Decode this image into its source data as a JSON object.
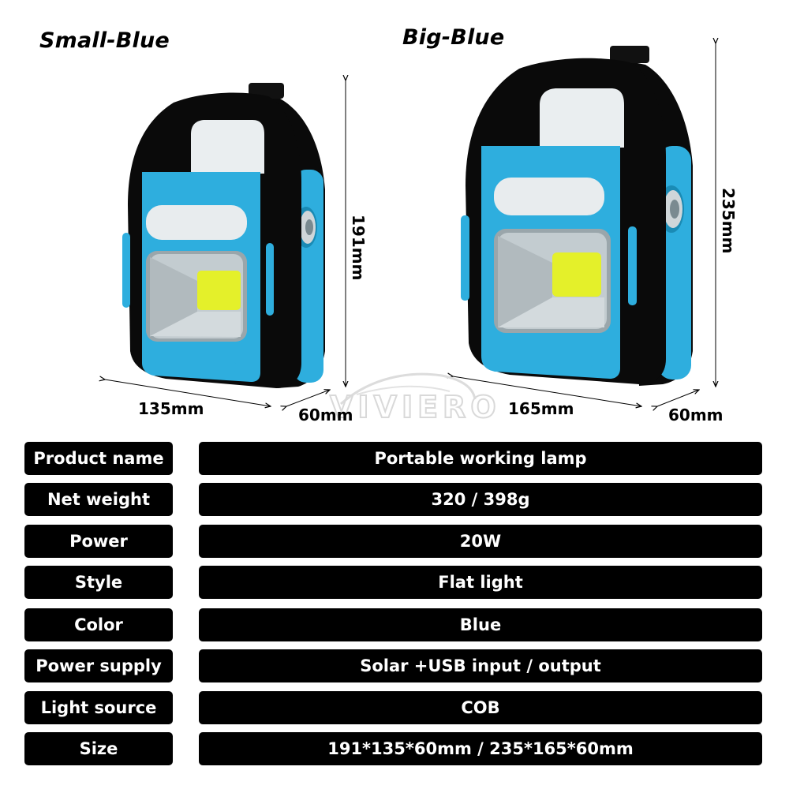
{
  "variants": [
    {
      "name": "Small-Blue",
      "height": "191mm",
      "width": "135mm",
      "depth": "60mm"
    },
    {
      "name": "Big-Blue",
      "height": "235mm",
      "width": "165mm",
      "depth": "60mm"
    }
  ],
  "watermark": "VIVIERO",
  "colors": {
    "body": "#0a0a0a",
    "accent_blue": "#2eaede",
    "cob_yellow": "#e4f02a",
    "panel_white": "#e8ecee"
  },
  "specs": [
    {
      "label": "Product name",
      "value": "Portable working lamp"
    },
    {
      "label": "Net weight",
      "value": "320 / 398g"
    },
    {
      "label": "Power",
      "value": "20W"
    },
    {
      "label": "Style",
      "value": "Flat light"
    },
    {
      "label": "Color",
      "value": "Blue"
    },
    {
      "label": "Power supply",
      "value": "Solar +USB input / output"
    },
    {
      "label": "Light source",
      "value": "COB"
    },
    {
      "label": "Size",
      "value": "191*135*60mm / 235*165*60mm"
    }
  ]
}
